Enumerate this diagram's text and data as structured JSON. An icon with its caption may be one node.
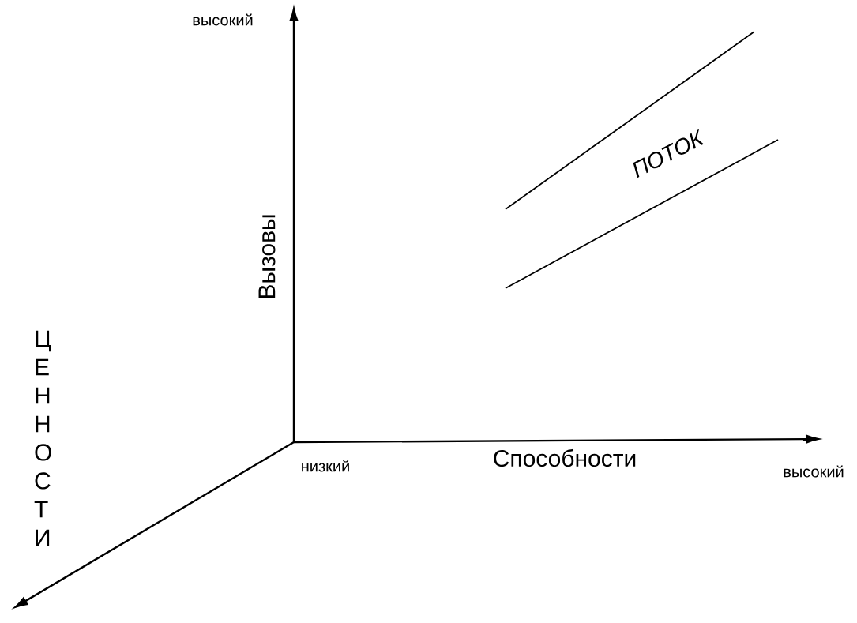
{
  "diagram": {
    "labels": [
      "высокий",
      "ПОТОК",
      "Вызовы",
      "ЦЕННОСТИ",
      "низкий",
      "Способности",
      "высокий"
    ]
  }
}
